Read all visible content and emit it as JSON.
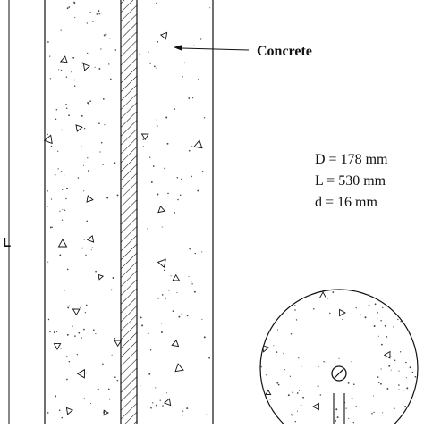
{
  "diagram": {
    "dimension_symbol": "L",
    "callout_label": "Concrete",
    "specs": [
      "D = 178 mm",
      "L = 530 mm",
      "d = 16 mm"
    ]
  },
  "colors": {
    "stroke": "#111111",
    "background": "#ffffff"
  }
}
